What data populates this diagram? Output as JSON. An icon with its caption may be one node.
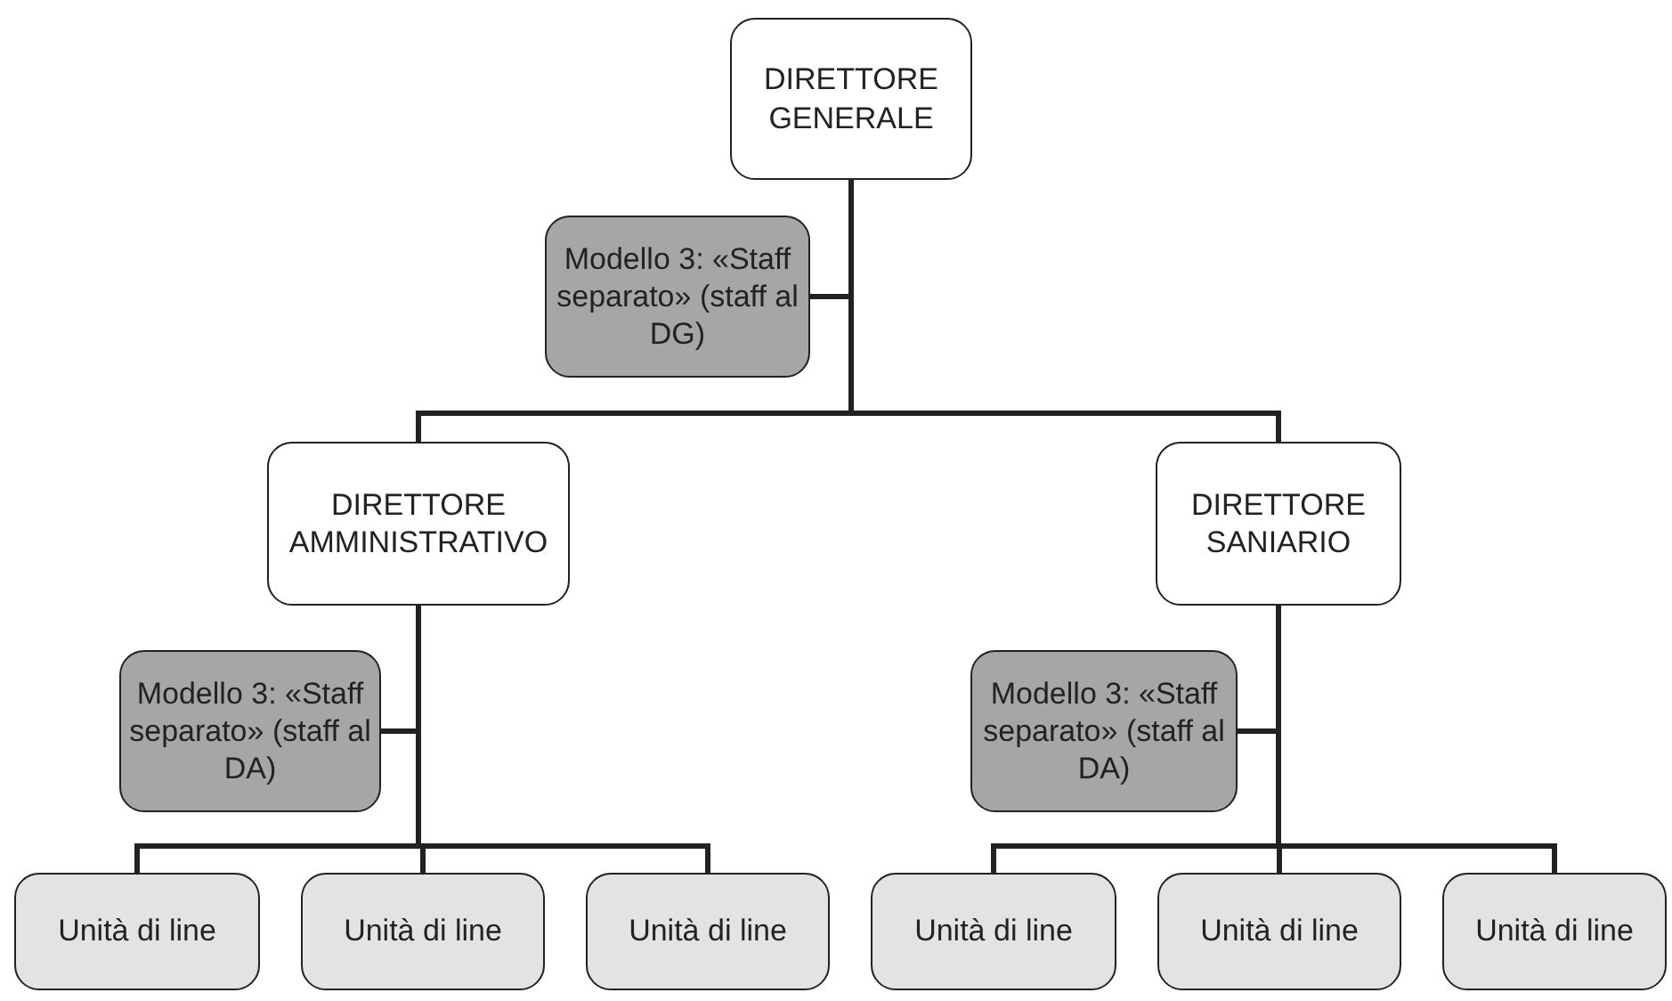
{
  "diagram": {
    "nodes": [
      {
        "text": [
          "DIRETTORE GENERALE"
        ]
      },
      {
        "text": [
          "Modello 3: «Staff separato» (staff al DG)"
        ]
      },
      {
        "text": [
          "DIRETTORE AMMINISTRATIVO"
        ]
      },
      {
        "text": [
          "Modello 3: «Staff separato» (staff al DA)"
        ]
      },
      {
        "text": [
          "Unità di line"
        ]
      },
      {
        "text": [
          "Unità di line"
        ]
      },
      {
        "text": [
          "Unità di line"
        ]
      },
      {
        "text": [
          "DIRETTORE SANIARIO"
        ]
      },
      {
        "text": [
          "Modello 3: «Staff separato» (staff al DA)"
        ]
      },
      {
        "text": [
          "Unità di line"
        ]
      },
      {
        "text": [
          "Unità di line"
        ]
      },
      {
        "text": [
          "Unità di line"
        ]
      }
    ],
    "edges": [
      {
        "from": 0,
        "to": 1,
        "arrow": "none"
      },
      {
        "from": 0,
        "to": 2,
        "arrow": "none"
      },
      {
        "from": 0,
        "to": 7,
        "arrow": "none"
      },
      {
        "from": 2,
        "to": 3,
        "arrow": "none"
      },
      {
        "from": 2,
        "to": 4,
        "arrow": "none"
      },
      {
        "from": 2,
        "to": 5,
        "arrow": "none"
      },
      {
        "from": 2,
        "to": 6,
        "arrow": "none"
      },
      {
        "from": 7,
        "to": 8,
        "arrow": "none"
      },
      {
        "from": 7,
        "to": 9,
        "arrow": "none"
      },
      {
        "from": 7,
        "to": 10,
        "arrow": "none"
      },
      {
        "from": 7,
        "to": 11,
        "arrow": "none"
      }
    ]
  }
}
